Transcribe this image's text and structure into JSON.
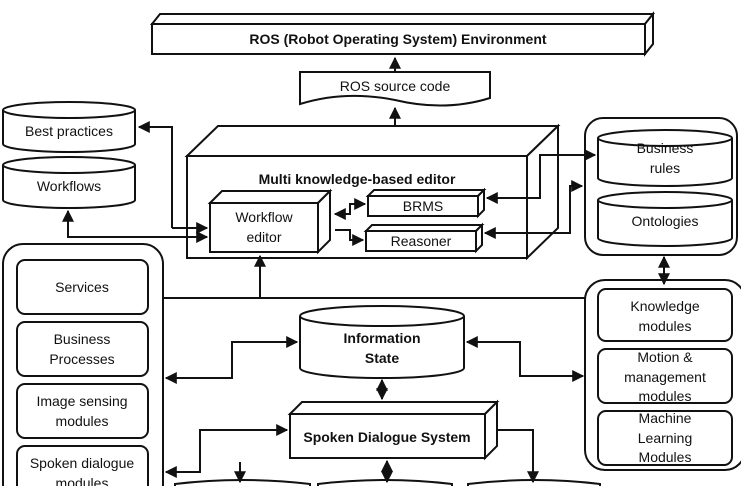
{
  "ros_env": "ROS (Robot Operating System) Environment",
  "ros_source": "ROS source code",
  "best_practices": "Best practices",
  "workflows": "Workflows",
  "editor_title": "Multi knowledge-based editor",
  "workflow_editor": [
    "Workflow",
    "editor"
  ],
  "brms": "BRMS",
  "reasoner": "Reasoner",
  "business_rules": [
    "Business",
    "rules"
  ],
  "ontologies": "Ontologies",
  "left_modules": {
    "services": "Services",
    "business_processes": [
      "Business",
      "Processes"
    ],
    "image_sensing": [
      "Image sensing",
      "modules"
    ],
    "spoken_dialogue": [
      "Spoken dialogue",
      "modules"
    ]
  },
  "right_modules": {
    "knowledge": [
      "Knowledge",
      "modules"
    ],
    "motion": [
      "Motion &",
      "management",
      "modules"
    ],
    "machine_learning": [
      "Machine",
      "Learning",
      "Modules"
    ]
  },
  "information_state": [
    "Information",
    "State"
  ],
  "sds": "Spoken Dialogue System"
}
